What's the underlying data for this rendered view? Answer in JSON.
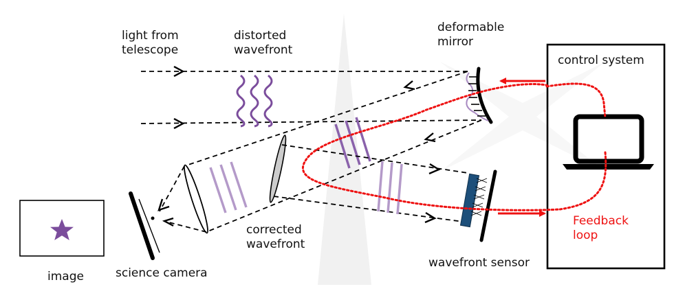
{
  "labels": {
    "light_source": "light from\ntelescope",
    "distorted_wavefront": "distorted\nwavefront",
    "deformable_mirror": "deformable\nmirror",
    "control_system": "control system",
    "corrected_wavefront": "corrected\nwavefront",
    "wavefront_sensor": "wavefront sensor",
    "feedback_loop": "Feedback\nloop",
    "science_camera": "science camera",
    "image": "image"
  },
  "icons": {
    "star": "star-icon",
    "computer": "laptop-icon",
    "background_watermark": "telescope-watermark-icon"
  },
  "colors": {
    "beam": "#000000",
    "distorted_wave": "#7b4d9c",
    "corrected_wave": "#b49ac9",
    "feedback": "#ee1111",
    "sensor": "#1d4f7a",
    "star": "#7b4d9c",
    "watermark": "#eeeeee"
  }
}
